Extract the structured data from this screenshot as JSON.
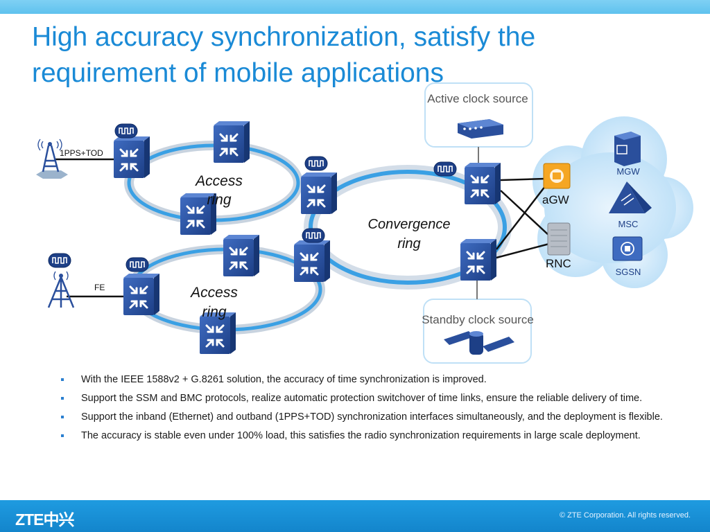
{
  "title": {
    "line1": "High accuracy synchronization, satisfy the",
    "line2": "requirement of mobile applications"
  },
  "diagram": {
    "active_clock": "Active clock source",
    "standby_clock": "Standby clock source",
    "access_ring_1": [
      "Access",
      "ring"
    ],
    "access_ring_2": [
      "Access",
      "ring"
    ],
    "convergence_ring": [
      "Convergence",
      "ring"
    ],
    "link_1pps": "1PPS+TOD",
    "link_fe": "FE",
    "agw": "aGW",
    "rnc": "RNC",
    "mgw": "MGW",
    "msc": "MSC",
    "sgsn": "SGSN"
  },
  "bullets": [
    "With the IEEE 1588v2 + G.8261 solution, the accuracy of time synchronization is improved.",
    "Support the SSM and BMC protocols, realize automatic protection switchover of time links, ensure the reliable delivery of time.",
    "Support the inband (Ethernet) and outband (1PPS+TOD) synchronization interfaces simultaneously, and the deployment is flexible.",
    "The accuracy is stable even under 100% load, this satisfies the radio synchronization requirements in large scale deployment."
  ],
  "footer": {
    "logo": "ZTE中兴",
    "copyright": "© ZTE Corporation. All rights reserved."
  },
  "colors": {
    "title": "#1a8ad6",
    "ring_blue": "#3aa0e4",
    "router_blue": "#2a4f9c",
    "footer_blue": "#1385cc"
  }
}
